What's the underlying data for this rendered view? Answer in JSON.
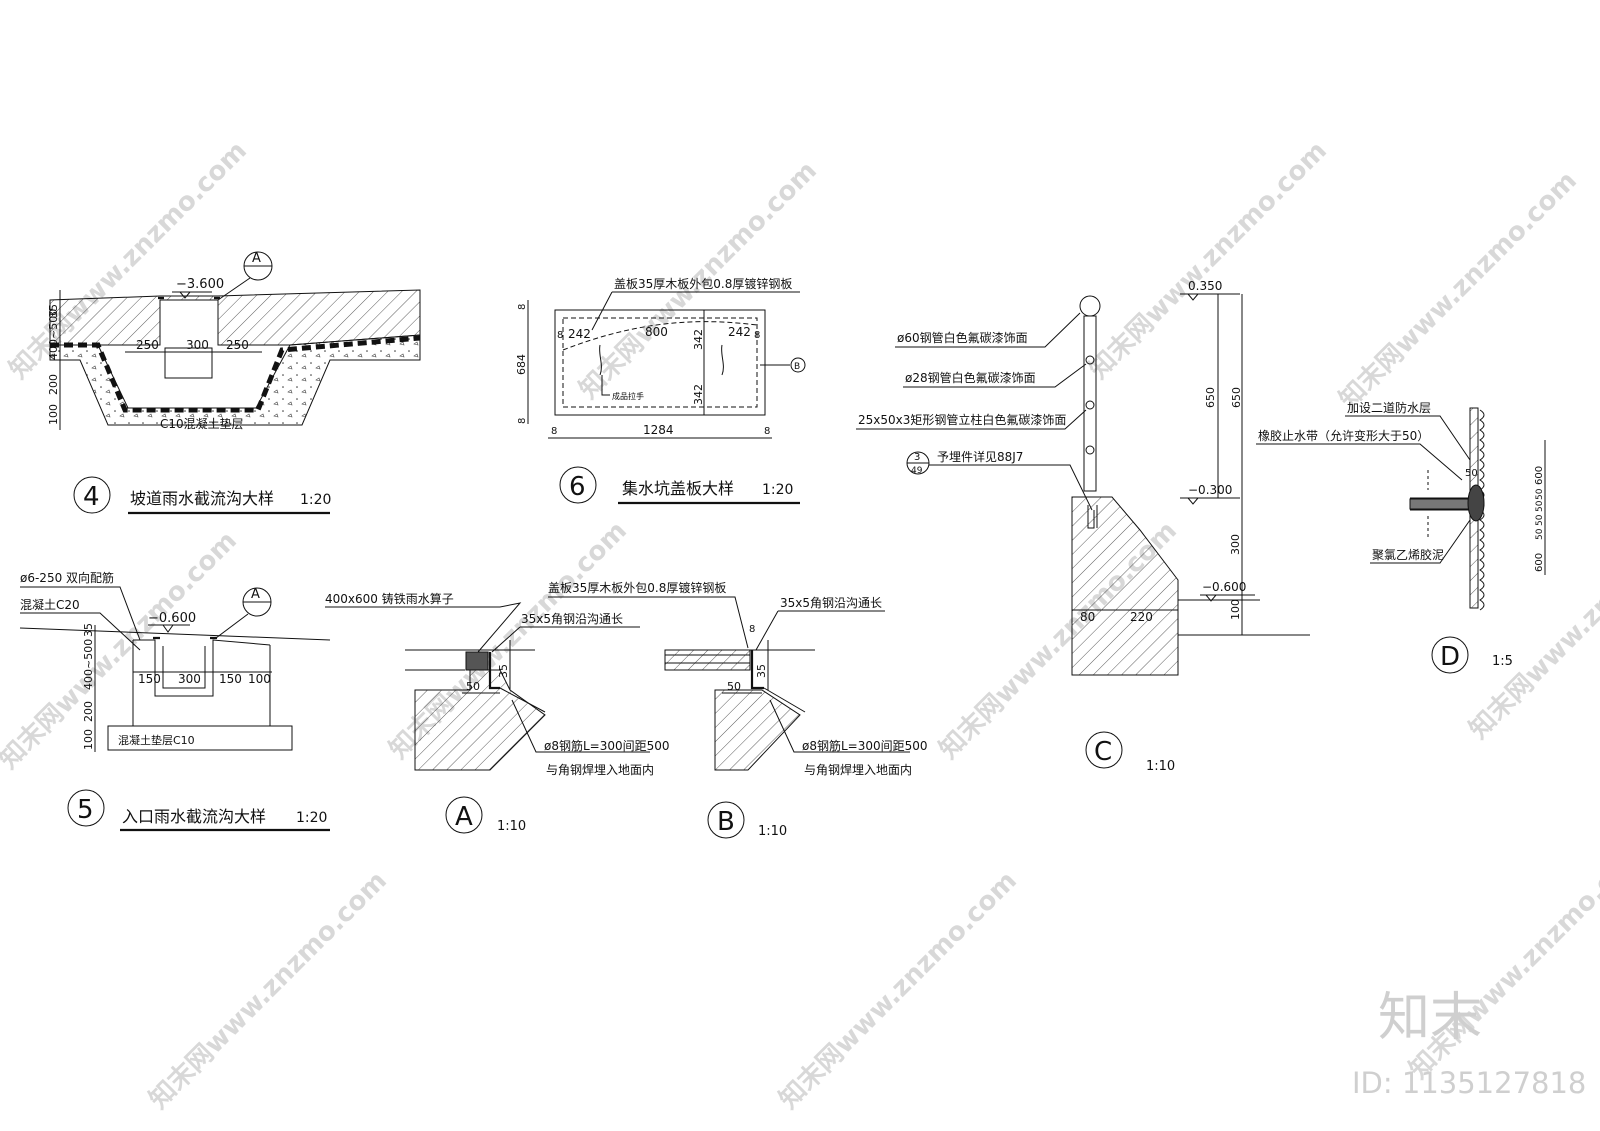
{
  "sheet": {
    "d4": {
      "number": "4",
      "title": "坡道雨水截流沟大样",
      "scale": "1:20",
      "level": "−3.600",
      "ref": "A",
      "dims": [
        "35",
        "400~500",
        "200",
        "100",
        "250",
        "300",
        "250"
      ],
      "pad": "C10混凝土垫层"
    },
    "d5": {
      "number": "5",
      "title": "入口雨水截流沟大样",
      "scale": "1:20",
      "level": "−0.600",
      "ref": "A",
      "rebar": "ø6-250 双向配筋",
      "concrete": "混凝土C20",
      "dims": [
        "35",
        "400~500",
        "200",
        "100",
        "150",
        "300",
        "150",
        "100"
      ],
      "pad": "混凝土垫层C10"
    },
    "d6": {
      "number": "6",
      "title": "集水坑盖板大样",
      "scale": "1:20",
      "cover_note": "盖板35厚木板外包0.8厚镀锌钢板",
      "dims": [
        "8",
        "684",
        "8",
        "8",
        "242",
        "800",
        "242",
        "8",
        "342",
        "342",
        "1284",
        "8",
        "8"
      ],
      "handle_note": "成品拉手",
      "ref": "B"
    },
    "dA": {
      "label": "A",
      "scale": "1:10",
      "grate": "400x600 铸铁雨水算子",
      "angle": "35x5角钢沿沟通长",
      "d35": "35",
      "d50": "50",
      "rebar1": "ø8钢筋L=300间距500",
      "rebar2": "与角钢焊埋入地面内"
    },
    "dB": {
      "label": "B",
      "scale": "1:10",
      "cover": "盖板35厚木板外包0.8厚镀锌钢板",
      "angle": "35x5角钢沿沟通长",
      "d8": "8",
      "d35": "35",
      "d50": "50",
      "rebar1": "ø8钢筋L=300间距500",
      "rebar2": "与角钢焊埋入地面内"
    },
    "dC": {
      "label": "C",
      "scale": "1:10",
      "note1": "ø60钢管白色氟碳漆饰面",
      "note2": "ø28钢管白色氟碳漆饰面",
      "note3": "25x50x3矩形钢管立柱白色氟碳漆饰面",
      "ref_top": "3",
      "ref_bot": "49",
      "note4": "予埋件详见88J7",
      "lv1": "0.350",
      "lv2": "−0.300",
      "lv3": "−0.600",
      "d650a": "650",
      "d650b": "650",
      "d300": "300",
      "d100": "100",
      "d80": "80",
      "d220": "220"
    },
    "dD": {
      "label": "D",
      "scale": "1:5",
      "note1": "加设二道防水层",
      "note2": "橡胶止水带（允许变形大于50）",
      "note3": "聚氯乙烯胶泥",
      "dims": [
        "50",
        "50",
        "50",
        "50",
        "600",
        "600",
        "50"
      ]
    }
  },
  "watermark": {
    "text": "知末网www.znzmo.com",
    "logo": "知末",
    "id": "ID: 1135127818"
  },
  "colors": {
    "ink": "#111111",
    "paper": "#ffffff",
    "watermark": "#d8d8d8"
  }
}
